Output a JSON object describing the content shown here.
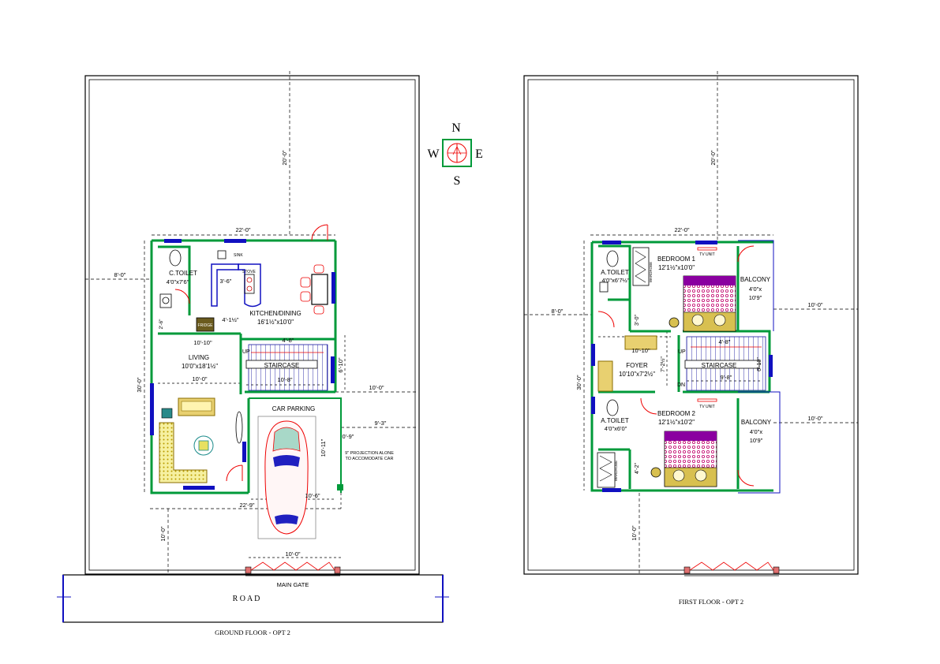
{
  "compass": {
    "n": "N",
    "s": "S",
    "e": "E",
    "w": "W"
  },
  "ground": {
    "caption": "GROUND FLOOR - OPT 2",
    "road": "R O A D",
    "main_gate": "MAIN GATE",
    "rooms": {
      "ctoilet_name": "C.TOILET",
      "ctoilet_size": "4'0\"x7'6\"",
      "kitchen_name": "KITCHEN/DINING",
      "kitchen_size": "16'1½\"x10'0\"",
      "living_name": "LIVING",
      "living_size": "10'0\"x18'1½\"",
      "staircase": "STAIRCASE",
      "car_parking": "CAR PARKING",
      "sink": "SINK",
      "stove": "STOVE",
      "fridge": "FRIDGE",
      "up": "UP",
      "projection_note_1": "9\" PROJECTION ALONE",
      "projection_note_2": "TO ACCOMODATE CAR"
    },
    "dims": {
      "top_width": "22'-0\"",
      "setback_top": "20'-0\"",
      "setback_left": "8'-0\"",
      "height_30": "30'-0\"",
      "d_3_6": "3'-6\"",
      "d_4_1": "4'-1½\"",
      "d_10_10": "10'-10\"",
      "d_4_8": "4'-8\"",
      "d_10_0_living": "10'-0\"",
      "d_10_8": "10'-8\"",
      "d_6_10": "6'-10\"",
      "d_10_0_right": "10'-0\"",
      "d_9_3": "9'-3\"",
      "d_0_9": "0'-9\"",
      "d_10_11": "10'-11\"",
      "d_10_6": "10'-6\"",
      "d_22_9": "22'-9\"",
      "d_10_0_front": "10'-0\"",
      "d_10_0_gate": "10'-0\"",
      "d_2_6": "2'-6\""
    }
  },
  "first": {
    "caption": "FIRST FLOOR - OPT 2",
    "rooms": {
      "atoilet1_name": "A.TOILET",
      "atoilet1_size": "4'0\"x6'7½\"",
      "bedroom1_name": "BEDROOM 1",
      "bedroom1_size": "12'1½\"x10'0\"",
      "balcony1_name": "BALCONY",
      "balcony1_size1": "4'0\"x",
      "balcony1_size2": "10'9\"",
      "foyer_name": "FOYER",
      "foyer_size": "10'10\"x7'2½\"",
      "staircase": "STAIRCASE",
      "atoilet2_name": "A.TOILET",
      "atoilet2_size": "4'0\"x6'0\"",
      "bedroom2_name": "BEDROOM 2",
      "bedroom2_size": "12'1½\"x10'2\"",
      "balcony2_name": "BALCONY",
      "balcony2_size1": "4'0\"x",
      "balcony2_size2": "10'9\"",
      "tv_unit_1": "TV UNIT",
      "tv_unit_2": "TV UNIT",
      "wardrobe_1": "WARDROBE",
      "wardrobe_2": "WARDROBE",
      "up": "UP",
      "dn": "DN"
    },
    "dims": {
      "top_width": "22'-0\"",
      "setback_top": "20'-0\"",
      "setback_left": "8'-0\"",
      "height_30": "30'-0\"",
      "d_10_0_a": "10'-0\"",
      "d_10_0_b": "10'-0\"",
      "d_10_10": "10'-10\"",
      "d_4_8": "4'-8\"",
      "d_3_0": "3'-0\"",
      "d_7_2": "7'-2½\"",
      "d_9_8": "9'-8\"",
      "d_6_10": "6'-10\"",
      "d_4_2": "4'-2\"",
      "d_10_0_front": "10'-0\""
    }
  }
}
